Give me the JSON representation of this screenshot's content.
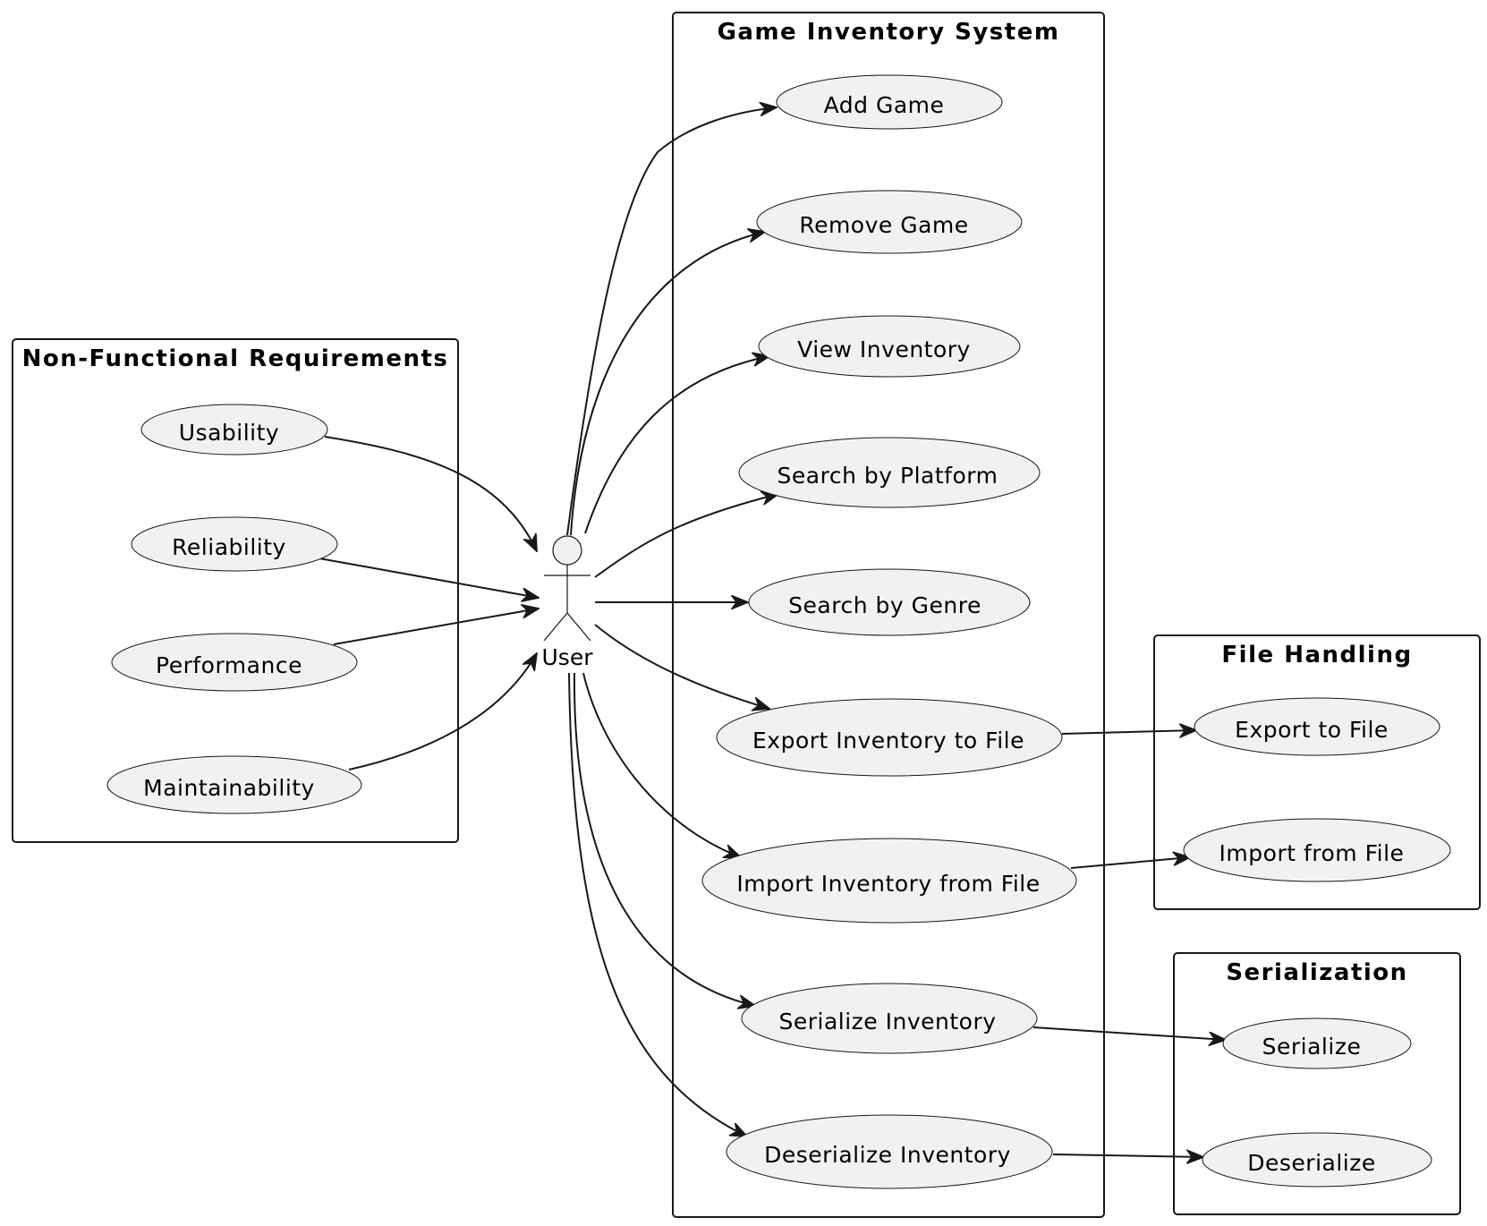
{
  "packages": {
    "non_functional": {
      "title": "Non-Functional Requirements"
    },
    "game_inventory": {
      "title": "Game Inventory System"
    },
    "file_handling": {
      "title": "File Handling"
    },
    "serialization": {
      "title": "Serialization"
    }
  },
  "actor": {
    "label": "User"
  },
  "use_cases": {
    "usability": "Usability",
    "reliability": "Reliability",
    "performance": "Performance",
    "maintainability": "Maintainability",
    "add_game": "Add Game",
    "remove_game": "Remove Game",
    "view_inventory": "View Inventory",
    "search_platform": "Search by Platform",
    "search_genre": "Search by Genre",
    "export_inventory": "Export Inventory to File",
    "import_inventory": "Import Inventory from File",
    "serialize_inventory": "Serialize Inventory",
    "deserialize_inventory": "Deserialize Inventory",
    "export_file": "Export to File",
    "import_file": "Import from File",
    "serialize": "Serialize",
    "deserialize": "Deserialize"
  },
  "relations": [
    {
      "from": "usability",
      "to": "actor"
    },
    {
      "from": "reliability",
      "to": "actor"
    },
    {
      "from": "performance",
      "to": "actor"
    },
    {
      "from": "maintainability",
      "to": "actor"
    },
    {
      "from": "actor",
      "to": "add_game"
    },
    {
      "from": "actor",
      "to": "remove_game"
    },
    {
      "from": "actor",
      "to": "view_inventory"
    },
    {
      "from": "actor",
      "to": "search_platform"
    },
    {
      "from": "actor",
      "to": "search_genre"
    },
    {
      "from": "actor",
      "to": "export_inventory"
    },
    {
      "from": "actor",
      "to": "import_inventory"
    },
    {
      "from": "actor",
      "to": "serialize_inventory"
    },
    {
      "from": "actor",
      "to": "deserialize_inventory"
    },
    {
      "from": "export_inventory",
      "to": "export_file"
    },
    {
      "from": "import_inventory",
      "to": "import_file"
    },
    {
      "from": "serialize_inventory",
      "to": "serialize"
    },
    {
      "from": "deserialize_inventory",
      "to": "deserialize"
    }
  ]
}
